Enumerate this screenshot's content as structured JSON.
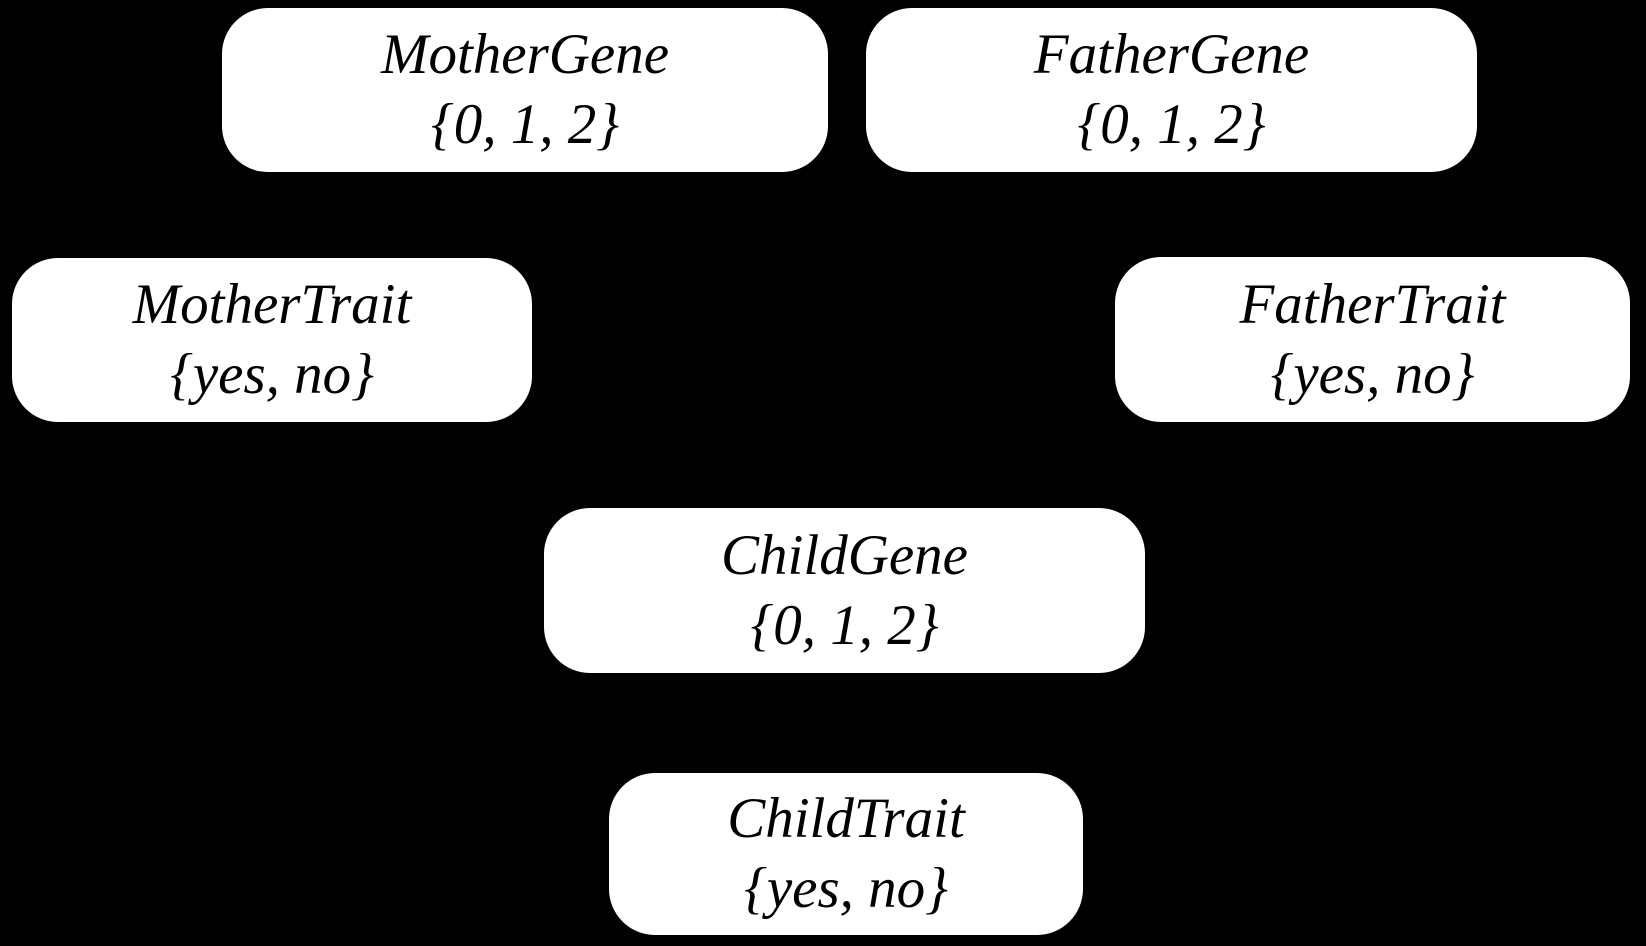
{
  "colors": {
    "background": "#000000",
    "node_fill": "#ffffff",
    "node_text": "#000000"
  },
  "nodes": [
    {
      "id": "mother-gene",
      "label": "MotherGene",
      "domain": "{0, 1, 2}"
    },
    {
      "id": "father-gene",
      "label": "FatherGene",
      "domain": "{0, 1, 2}"
    },
    {
      "id": "mother-trait",
      "label": "MotherTrait",
      "domain": "{yes, no}"
    },
    {
      "id": "father-trait",
      "label": "FatherTrait",
      "domain": "{yes, no}"
    },
    {
      "id": "child-gene",
      "label": "ChildGene",
      "domain": "{0, 1, 2}"
    },
    {
      "id": "child-trait",
      "label": "ChildTrait",
      "domain": "{yes, no}"
    }
  ]
}
